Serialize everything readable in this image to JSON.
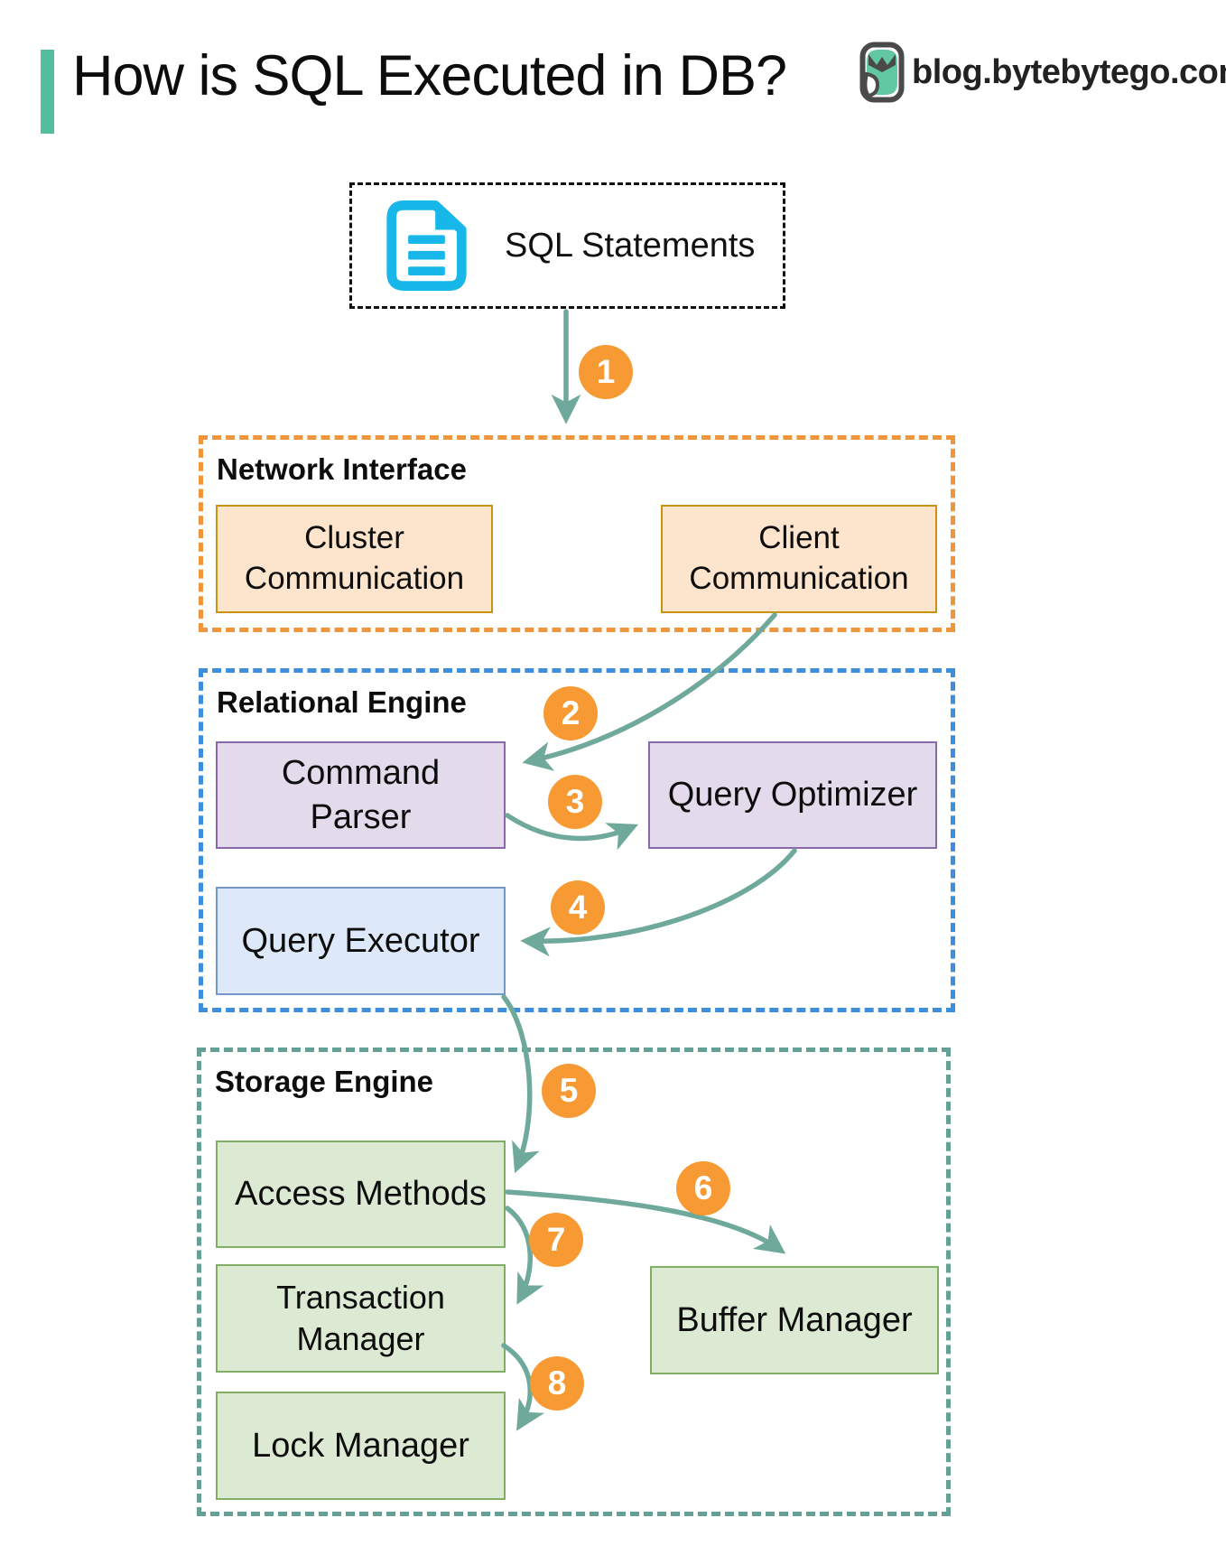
{
  "header": {
    "title": "How is SQL Executed in DB?",
    "site": "blog.bytebytego.com"
  },
  "icons": {
    "logo": "bytebytego-owl-logo",
    "document": "sql-document-icon"
  },
  "colors": {
    "accent_green": "#52BE9C",
    "arrow_teal": "#6FA99B",
    "badge_orange": "#F79A33",
    "doc_icon_cyan": "#18B7EA",
    "network_dash": "#F0953C",
    "network_box_fill": "#FCE5CC",
    "network_box_border": "#C8930E",
    "relational_dash": "#3E8EDE",
    "purple_fill": "#E3DAEB",
    "purple_border": "#8769A9",
    "blue_fill": "#DDE9F9",
    "blue_border": "#7596CB",
    "storage_dash": "#64A096",
    "green_fill": "#DCEAD3",
    "green_border": "#84AE66"
  },
  "source_box": {
    "label": "SQL Statements"
  },
  "sections": {
    "network": {
      "title": "Network Interface",
      "boxes": {
        "cluster": "Cluster Communication",
        "client": "Client Communication"
      }
    },
    "relational": {
      "title": "Relational Engine",
      "boxes": {
        "parser": "Command Parser",
        "optimizer": "Query Optimizer",
        "executor": "Query Executor"
      }
    },
    "storage": {
      "title": "Storage Engine",
      "boxes": {
        "access": "Access Methods",
        "buffer": "Buffer Manager",
        "transaction": "Transaction Manager",
        "lock": "Lock Manager"
      }
    }
  },
  "steps": {
    "s1": "1",
    "s2": "2",
    "s3": "3",
    "s4": "4",
    "s5": "5",
    "s6": "6",
    "s7": "7",
    "s8": "8"
  }
}
